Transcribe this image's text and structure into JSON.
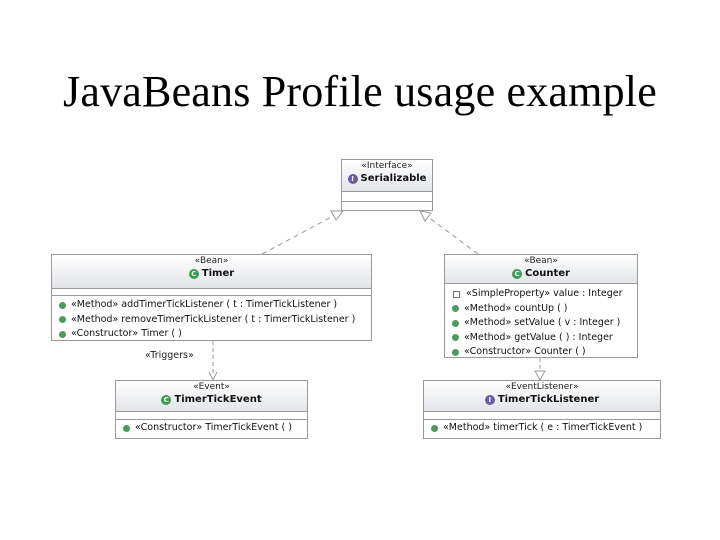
{
  "title": "JavaBeans Profile usage example",
  "diagram": {
    "classes": {
      "serializable": {
        "stereotype": "«Interface»",
        "name": "Serializable",
        "icon": "I"
      },
      "timer": {
        "stereotype": "«Bean»",
        "name": "Timer",
        "icon": "C",
        "operations": [
          "«Method» addTimerTickListener ( t : TimerTickListener )",
          "«Method» removeTimerTickListener ( t : TimerTickListener )",
          "«Constructor» Timer ( )"
        ]
      },
      "counter": {
        "stereotype": "«Bean»",
        "name": "Counter",
        "icon": "C",
        "attributes": [
          "«SimpleProperty» value : Integer"
        ],
        "operations": [
          "«Method» countUp ( )",
          "«Method» setValue ( v : Integer )",
          "«Method» getValue ( ) : Integer",
          "«Constructor» Counter ( )"
        ]
      },
      "timer_tick_event": {
        "stereotype": "«Event»",
        "name": "TimerTickEvent",
        "icon": "C",
        "operations": [
          "«Constructor» TimerTickEvent ( )"
        ]
      },
      "timer_tick_listener": {
        "stereotype": "«EventListener»",
        "name": "TimerTickListener",
        "icon": "I",
        "operations": [
          "«Method» timerTick ( e : TimerTickEvent )"
        ]
      }
    },
    "relations": {
      "triggers_label": "«Triggers»"
    },
    "colors": {
      "border": "#9a9a9a",
      "header_gradient_end": "#e2e4e8",
      "class_icon": "#3f9a52",
      "interface_icon": "#6b5aa6",
      "operation_dot": "#4d9a5c"
    }
  }
}
